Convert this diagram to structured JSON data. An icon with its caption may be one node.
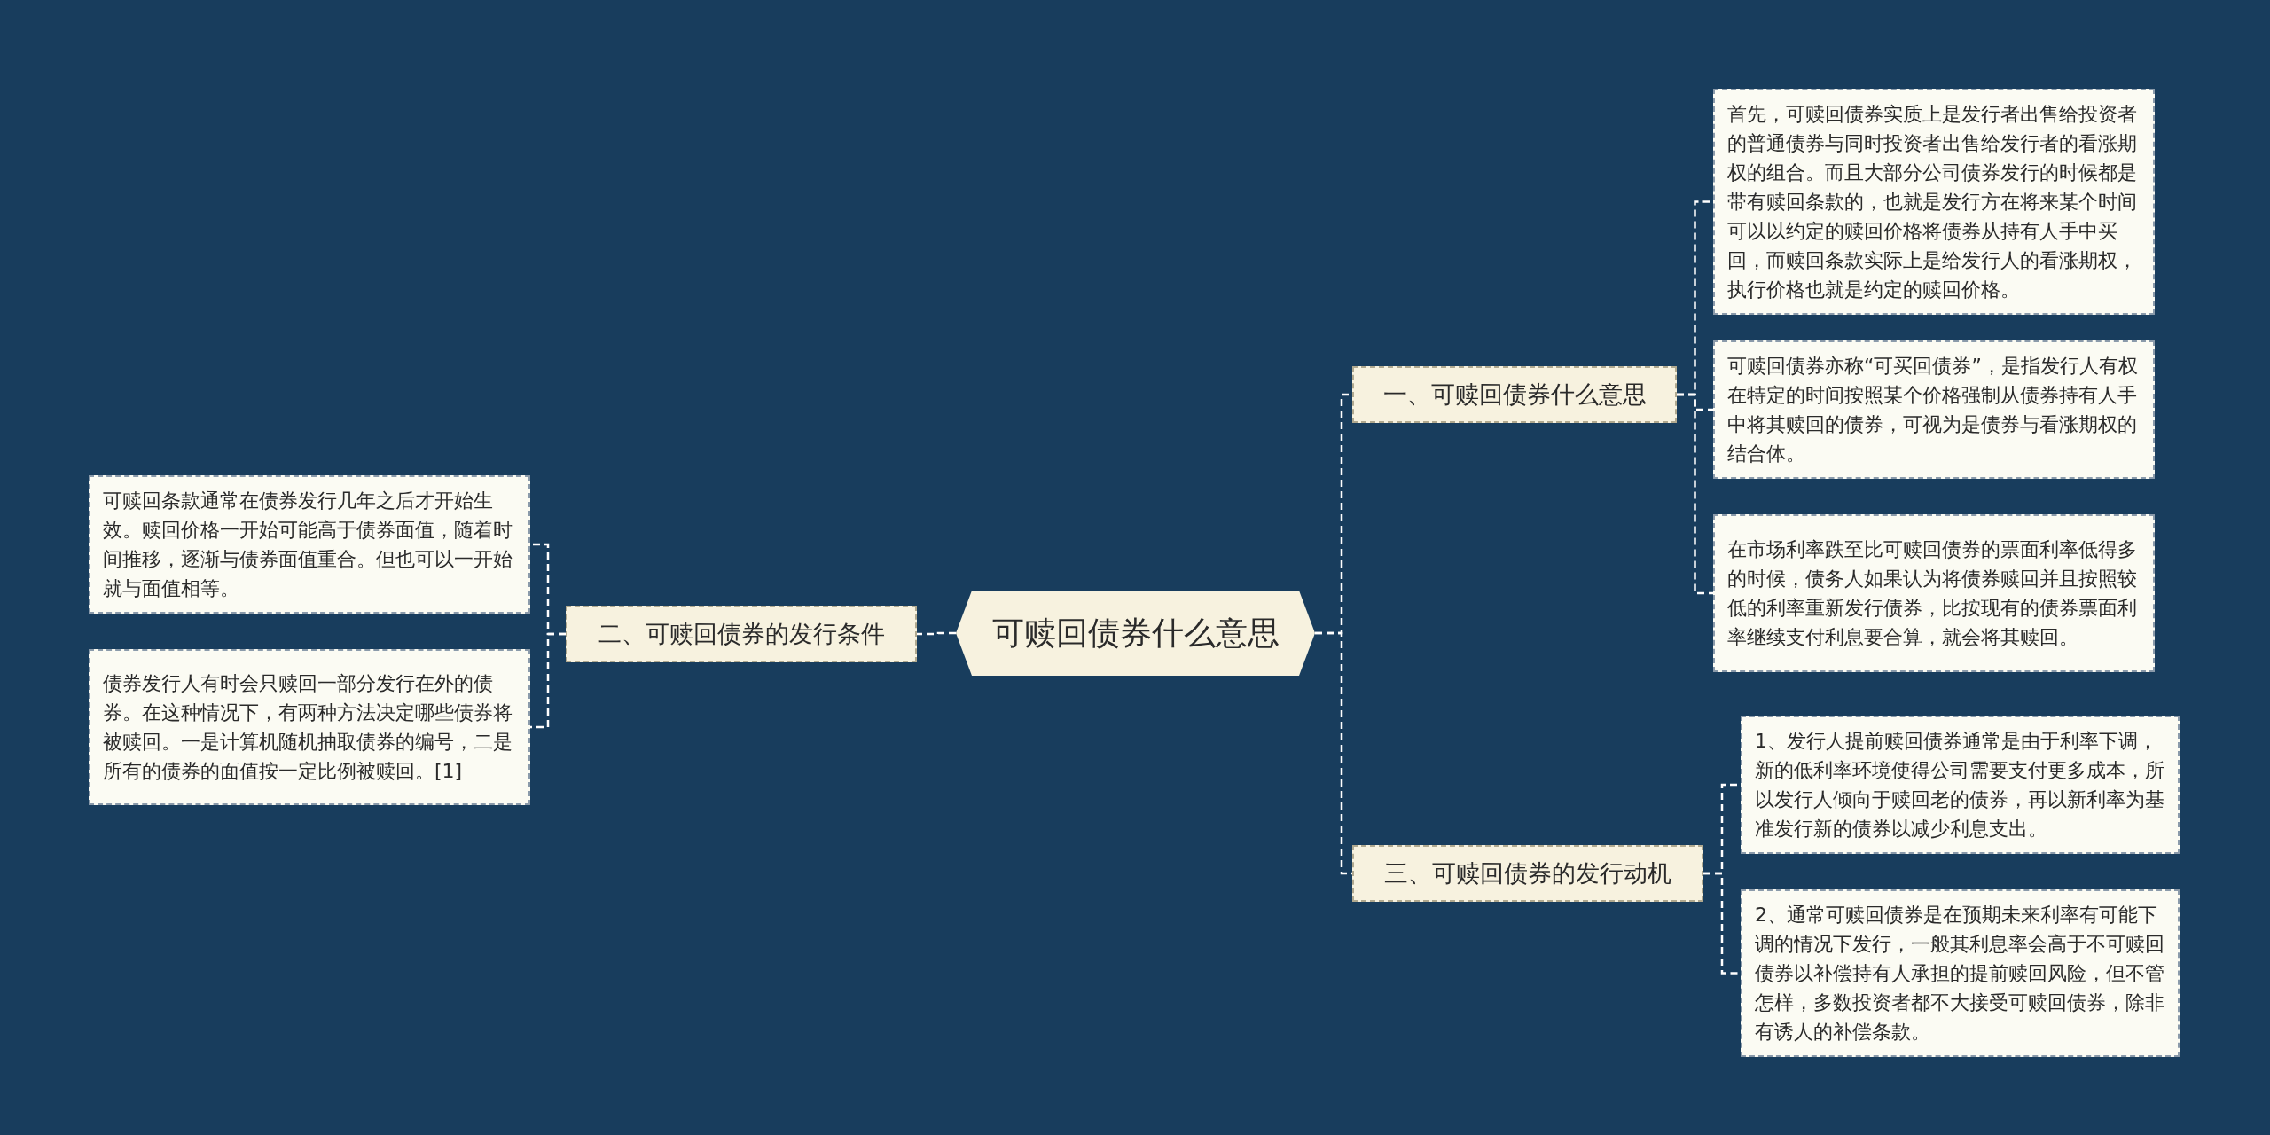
{
  "diagram": {
    "nodes": [
      {
        "text": [
          "可赎回债券什么意思"
        ]
      },
      {
        "text": [
          "一、可赎回债券什么意思"
        ]
      },
      {
        "text": [
          "二、可赎回债券的发行条件"
        ]
      },
      {
        "text": [
          "三、可赎回债券的发行动机"
        ]
      },
      {
        "text": [
          "首先，可赎回债券实质上是发行者出售给投资者的普通债券与同时投资者出售给发行者的看涨期权的组合。而且大部分公司债券发行的时候都是带有赎回条款的，也就是发行方在将来某个时间可以以约定的赎回价格将债券从持有人手中买回，而赎回条款实际上是给发行人的看涨期权，执行价格也就是约定的赎回价格。"
        ]
      },
      {
        "text": [
          "可赎回债券亦称“可买回债券”，是指发行人有权在特定的时间按照某个价格强制从债券持有人手中将其赎回的债券，可视为是债券与看涨期权的结合体。"
        ]
      },
      {
        "text": [
          "在市场利率跌至比可赎回债券的票面利率低得多的时候，债务人如果认为将债券赎回并且按照较低的利率重新发行债券，比按现有的债券票面利率继续支付利息要合算，就会将其赎回。"
        ]
      },
      {
        "text": [
          "可赎回条款通常在债券发行几年之后才开始生效。赎回价格一开始可能高于债券面值，随着时间推移，逐渐与债券面值重合。但也可以一开始就与面值相等。"
        ]
      },
      {
        "text": [
          "债券发行人有时会只赎回一部分发行在外的债券。在这种情况下，有两种方法决定哪些债券将被赎回。一是计算机随机抽取债券的编号，二是所有的债券的面值按一定比例被赎回。[1]"
        ]
      },
      {
        "text": [
          "1、发行人提前赎回债券通常是由于利率下调，新的低利率环境使得公司需要支付更多成本，所以发行人倾向于赎回老的债券，再以新利率为基准发行新的债券以减少利息支出。"
        ]
      },
      {
        "text": [
          "2、通常可赎回债券是在预期未来利率有可能下调的情况下发行，一般其利息率会高于不可赎回债券以补偿持有人承担的提前赎回风险，但不管怎样，多数投资者都不大接受可赎回债券，除非有诱人的补偿条款。"
        ]
      }
    ],
    "edges": [
      {
        "from": 0,
        "to": 1,
        "arrow": "none"
      },
      {
        "from": 0,
        "to": 2,
        "arrow": "none"
      },
      {
        "from": 0,
        "to": 3,
        "arrow": "none"
      },
      {
        "from": 1,
        "to": 4,
        "arrow": "none"
      },
      {
        "from": 1,
        "to": 5,
        "arrow": "none"
      },
      {
        "from": 1,
        "to": 6,
        "arrow": "none"
      },
      {
        "from": 2,
        "to": 7,
        "arrow": "none"
      },
      {
        "from": 2,
        "to": 8,
        "arrow": "none"
      },
      {
        "from": 3,
        "to": 9,
        "arrow": "none"
      },
      {
        "from": 3,
        "to": 10,
        "arrow": "none"
      }
    ]
  }
}
